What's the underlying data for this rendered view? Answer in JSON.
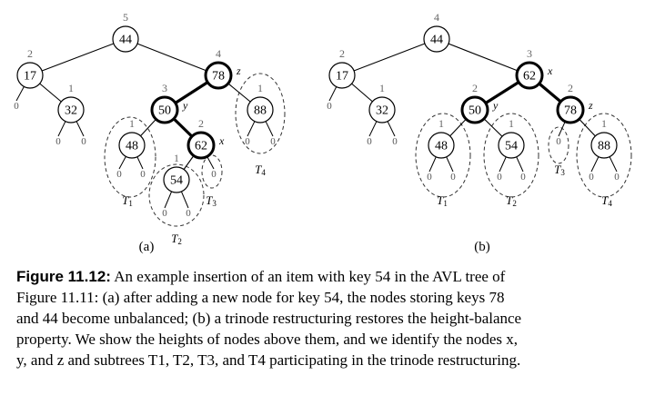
{
  "figures": {
    "a": {
      "caption": "(a)",
      "nodes": [
        {
          "key": "44",
          "height": "5"
        },
        {
          "key": "17",
          "height": "2"
        },
        {
          "key": "78",
          "height": "4",
          "label": "z"
        },
        {
          "key": "32",
          "height": "1"
        },
        {
          "key": "50",
          "height": "3",
          "label": "y"
        },
        {
          "key": "88",
          "height": "1"
        },
        {
          "key": "48",
          "height": "1"
        },
        {
          "key": "62",
          "height": "2",
          "label": "x"
        },
        {
          "key": "54",
          "height": "1"
        }
      ],
      "leaves": [
        "0",
        "0",
        "0",
        "0",
        "0",
        "0",
        "0",
        "0",
        "0",
        "0"
      ],
      "subtrees": [
        {
          "name": "T",
          "sub": "1"
        },
        {
          "name": "T",
          "sub": "2"
        },
        {
          "name": "T",
          "sub": "3"
        },
        {
          "name": "T",
          "sub": "4"
        }
      ]
    },
    "b": {
      "caption": "(b)",
      "nodes": [
        {
          "key": "44",
          "height": "4"
        },
        {
          "key": "17",
          "height": "2"
        },
        {
          "key": "62",
          "height": "3",
          "label": "x"
        },
        {
          "key": "32",
          "height": "1"
        },
        {
          "key": "50",
          "height": "2",
          "label": "y"
        },
        {
          "key": "78",
          "height": "2",
          "label": "z"
        },
        {
          "key": "48",
          "height": "1"
        },
        {
          "key": "54",
          "height": "1"
        },
        {
          "key": "88",
          "height": "1"
        }
      ],
      "leaves": [
        "0",
        "0",
        "0",
        "0",
        "0",
        "0",
        "0",
        "0",
        "0",
        "0"
      ],
      "subtrees": [
        {
          "name": "T",
          "sub": "1"
        },
        {
          "name": "T",
          "sub": "2"
        },
        {
          "name": "T",
          "sub": "3"
        },
        {
          "name": "T",
          "sub": "4"
        }
      ]
    }
  },
  "caption": {
    "label": "Figure 11.12:",
    "line1": "An example insertion of an item with key 54 in the AVL tree of",
    "line2": "Figure 11.11: (a) after adding a new node for key 54, the nodes storing keys 78",
    "line3": "and 44 become unbalanced; (b) a trinode restructuring restores the height-balance",
    "line4": "property. We show the heights of nodes above them, and we identify the nodes x,",
    "line5": "y, and z and subtrees T1, T2, T3, and T4 participating in the trinode restructuring."
  }
}
